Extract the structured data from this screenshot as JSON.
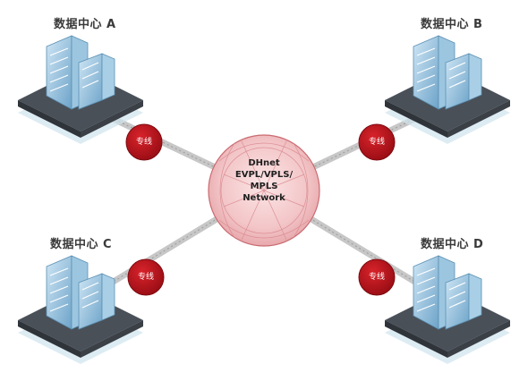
{
  "data_centers": [
    {
      "label": "数据中心 A"
    },
    {
      "label": "数据中心 B"
    },
    {
      "label": "数据中心 C"
    },
    {
      "label": "数据中心 D"
    }
  ],
  "leased_line_label": "专线",
  "hub": {
    "lines": [
      "DHnet",
      "EVPL/VPLS/",
      "MPLS",
      "Network"
    ]
  },
  "colors": {
    "node_red": "#b5121b",
    "hub_pink": "#f3c6c8",
    "hub_stroke": "#c96a70",
    "link_gray": "#c7c7c7",
    "building_blue": "#7fb4d6",
    "platform_dark": "#4a5058",
    "shadow_blue": "#cfe4ee"
  }
}
